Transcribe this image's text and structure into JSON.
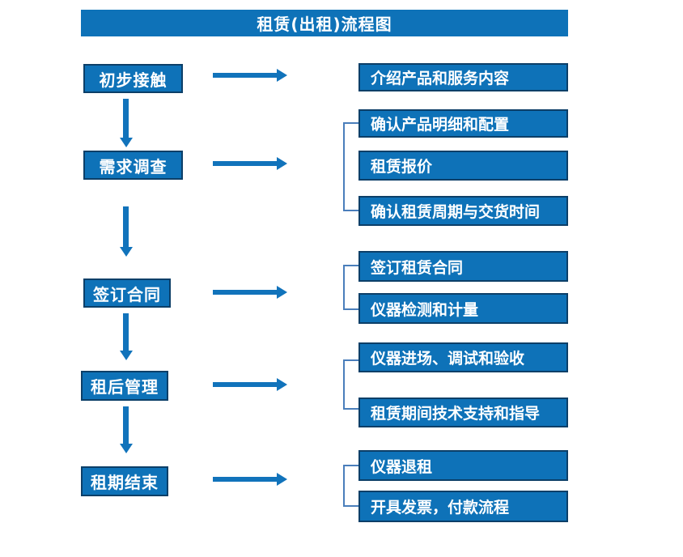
{
  "title": "租赁(出租)流程图",
  "stages": [
    {
      "label": "初步接触",
      "outputs": [
        "介绍产品和服务内容"
      ]
    },
    {
      "label": "需求调查",
      "outputs": [
        "确认产品明细和配置",
        "租赁报价",
        "确认租赁周期与交货时间"
      ]
    },
    {
      "label": "签订合同",
      "outputs": [
        "签订租赁合同",
        "仪器检测和计量"
      ]
    },
    {
      "label": "租后管理",
      "outputs": [
        "仪器进场、调试和验收",
        "租赁期间技术支持和指导"
      ]
    },
    {
      "label": "租期结束",
      "outputs": [
        "仪器退租",
        "开具发票，付款流程"
      ]
    }
  ],
  "colors": {
    "box_fill": "#0e72b8",
    "box_border": "#0c3f68",
    "arrow": "#1173bb",
    "bracket": "#4a7ebb",
    "text": "#ffffff",
    "background": "#ffffff"
  }
}
